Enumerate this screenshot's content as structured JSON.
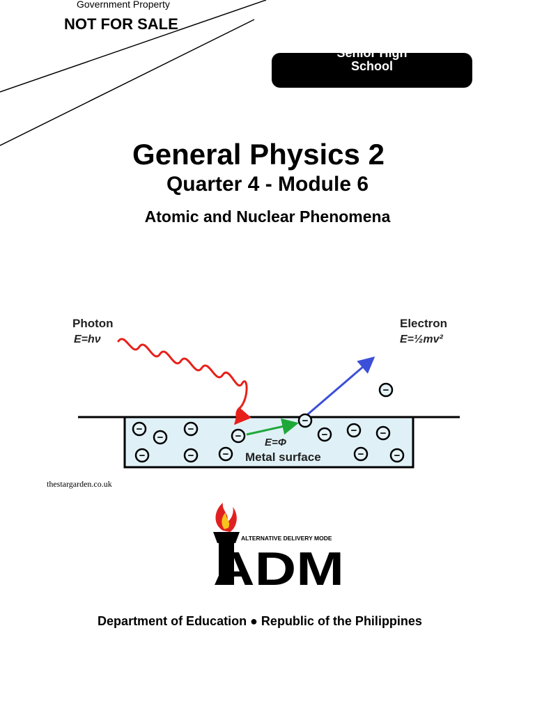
{
  "header": {
    "stamp_top": "Government Property",
    "stamp_main": "NOT FOR SALE"
  },
  "badge": {
    "line1": "Senior High",
    "line2": "School"
  },
  "cover": {
    "title": "General Physics 2",
    "subtitle": "Quarter 4 - Module 6",
    "topic": "Atomic and Nuclear Phenomena"
  },
  "diagram": {
    "photon_label": "Photon",
    "photon_energy": "E=hν",
    "electron_label": "Electron",
    "electron_energy": "E=½mv²",
    "work_function": "E=Φ",
    "surface_label": "Metal surface",
    "electron_symbol": "−",
    "colors": {
      "photon": "#e8201a",
      "transfer": "#1fa83a",
      "ejected": "#3b4fd8",
      "metal": "#dff1f7"
    }
  },
  "credit": "thestargarden.co.uk",
  "logo": {
    "caption": "ALTERNATIVE DELIVERY MODE",
    "wordmark": "ADM"
  },
  "footer": "Department of Education ● Republic of the Philippines"
}
